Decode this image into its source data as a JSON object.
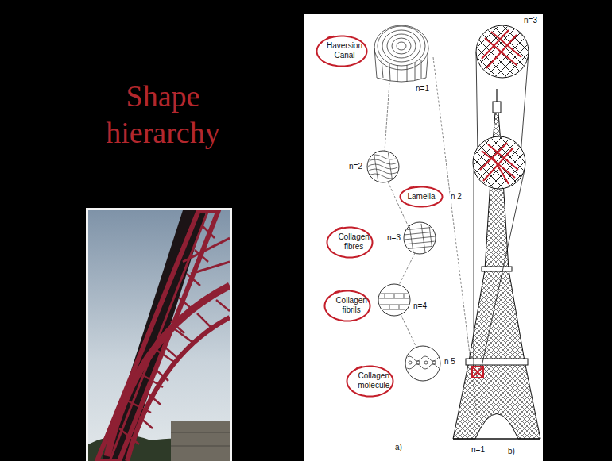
{
  "diagram": {
    "title": "Shape hierarchy",
    "nodes": [
      {
        "text": [
          "Haversion Canal"
        ]
      },
      {
        "text": [
          "Lamella"
        ]
      },
      {
        "text": [
          "Collagen fibres"
        ]
      },
      {
        "text": [
          "Collagen fibrils"
        ]
      },
      {
        "text": [
          "Collagen molecule"
        ]
      }
    ],
    "labels": [
      "n=1",
      "n=2",
      "n=3",
      "n=4",
      "n 5",
      "a)",
      "n=3",
      "n 2",
      "n=1",
      "b)"
    ]
  }
}
